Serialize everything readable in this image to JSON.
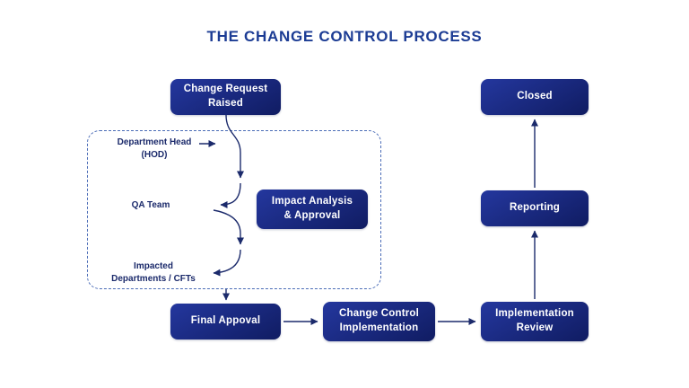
{
  "title": "THE CHANGE CONTROL PROCESS",
  "nodes": {
    "change_request": {
      "label": "Change Request\nRaised"
    },
    "impact_analysis": {
      "label": "Impact Analysis\n& Approval"
    },
    "final_approval": {
      "label": "Final Appoval"
    },
    "change_control_implementation": {
      "label": "Change Control\nImplementation"
    },
    "implementation_review": {
      "label": "Implementation\nReview"
    },
    "reporting": {
      "label": "Reporting"
    },
    "closed": {
      "label": "Closed"
    }
  },
  "group": {
    "hod": {
      "label": "Department Head\n(HOD)"
    },
    "qa": {
      "label": "QA Team"
    },
    "cft": {
      "label": "Impacted\nDepartments / CFTs"
    }
  },
  "colors": {
    "title_color": "#1c3c94",
    "box_grad_top": "#24379e",
    "box_grad_bottom": "#101c62",
    "arrow": "#1b2a6b",
    "dashed_border": "#4b6cb7",
    "label_color": "#1b2a6b"
  }
}
